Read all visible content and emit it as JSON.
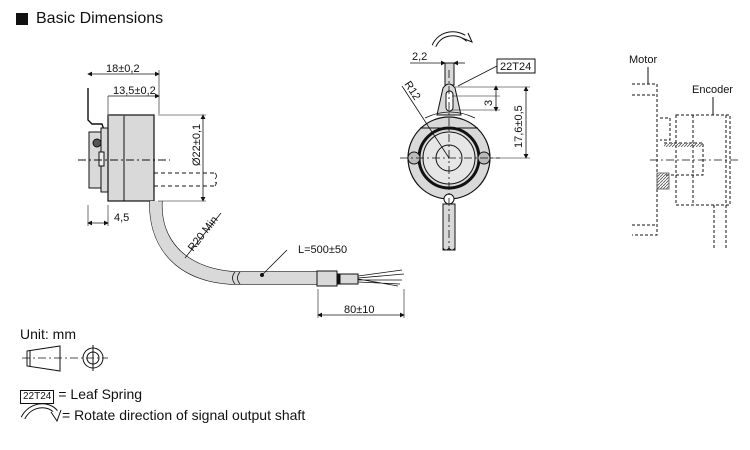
{
  "title": "Basic Dimensions",
  "side_view": {
    "dim_overall_width": "18±0,2",
    "dim_body_width": "13,5±0,2",
    "dim_diameter": "Ø22±0,1",
    "dim_flange": "4,5",
    "dim_bend_radius": "R20 Min",
    "dim_cable_length": "L=500±50",
    "dim_strip_length": "80±10"
  },
  "front_view": {
    "dim_shaft_width": "2,2",
    "leaf_spring_code": "22T24",
    "dim_radius": "R12",
    "dim_slot": "3",
    "dim_height": "17,6±0,5"
  },
  "mount_view": {
    "label_motor": "Motor",
    "label_encoder": "Encoder"
  },
  "legend": {
    "unit": "Unit: mm",
    "leaf_spring_code": "22T24",
    "leaf_spring_text": "= Leaf Spring",
    "rotate_text": "= Rotate direction of signal output shaft"
  },
  "colors": {
    "body_fill": "#d9d9d9",
    "line": "#111111"
  }
}
